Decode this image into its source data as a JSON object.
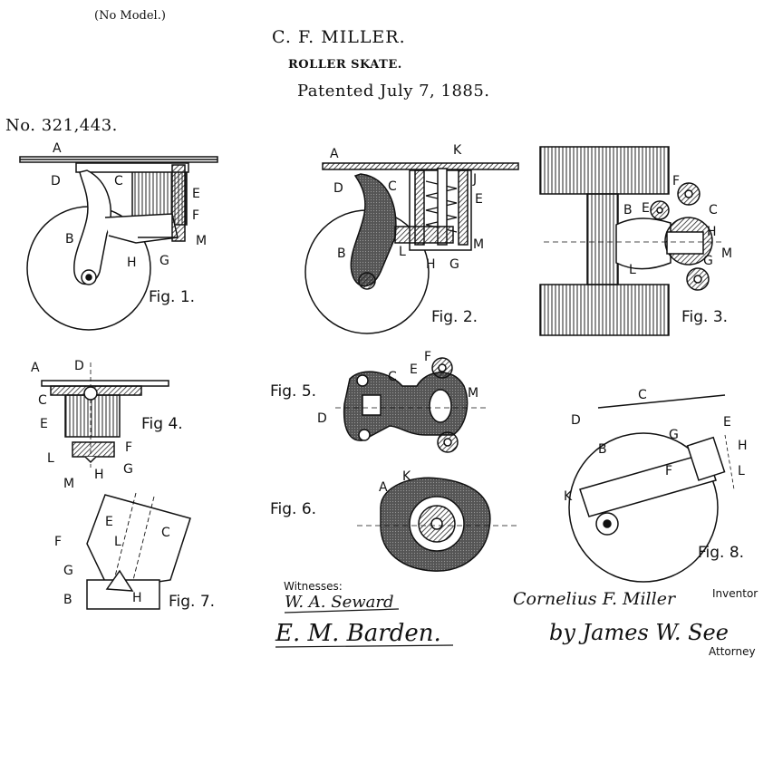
{
  "header": {
    "no_model": "(No Model.)",
    "inventor_name": "C. F. MILLER.",
    "subject": "ROLLER SKATE.",
    "patented_date": "Patented July 7, 1885.",
    "patent_number": "No. 321,443."
  },
  "figures": {
    "fig1": "Fig. 1.",
    "fig2": "Fig. 2.",
    "fig3": "Fig. 3.",
    "fig4": "Fig 4.",
    "fig5": "Fig. 5.",
    "fig6": "Fig. 6.",
    "fig7": "Fig. 7.",
    "fig8": "Fig. 8."
  },
  "reference_letters": {
    "fig1": [
      "A",
      "D",
      "C",
      "E",
      "F",
      "B",
      "M",
      "H",
      "G"
    ],
    "fig2": [
      "A",
      "K",
      "D",
      "C",
      "J",
      "E",
      "B",
      "L",
      "H",
      "G",
      "M"
    ],
    "fig3": [
      "F",
      "B",
      "E",
      "C",
      "H",
      "L",
      "G",
      "M"
    ],
    "fig4": [
      "A",
      "D",
      "C",
      "E",
      "F",
      "L",
      "G",
      "M",
      "H"
    ],
    "fig5": [
      "F",
      "C",
      "E",
      "M",
      "D"
    ],
    "fig6": [
      "A",
      "K"
    ],
    "fig7": [
      "E",
      "C",
      "F",
      "L",
      "G",
      "B",
      "H"
    ],
    "fig8": [
      "C",
      "D",
      "E",
      "B",
      "G",
      "H",
      "F",
      "L",
      "K"
    ]
  },
  "signatures": {
    "witnesses_label": "Witnesses:",
    "witness1": "W. A. Seward",
    "witness2": "E. M. Barden.",
    "inventor": "Cornelius F. Miller",
    "inventor_label": "Inventor",
    "attorney": "by James W. See",
    "attorney_label": "Attorney"
  }
}
